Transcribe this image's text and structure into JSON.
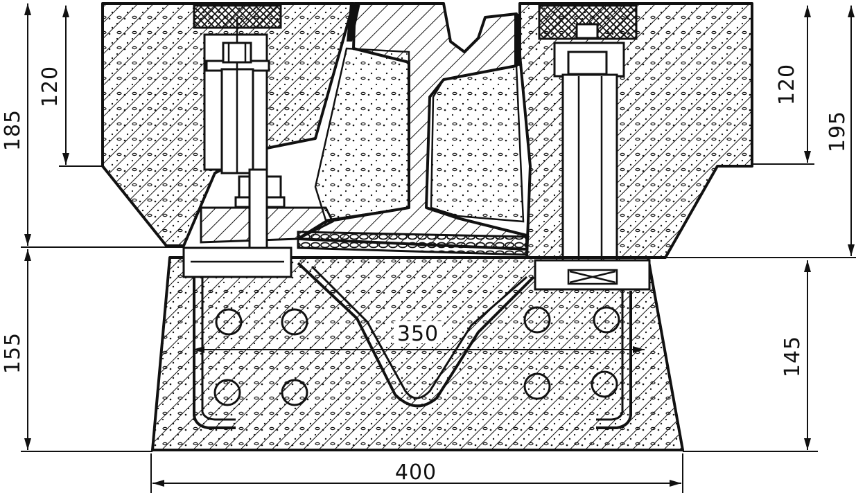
{
  "dimensions": {
    "left_top_overall": "185",
    "left_top_depth": "120",
    "right_top_depth": "120",
    "right_top_overall": "195",
    "left_bottom": "155",
    "right_bottom": "145",
    "inner_width": "350",
    "base_width": "400"
  },
  "colors": {
    "ink": "#111111",
    "paper": "#ffffff",
    "concrete_fill": "#ffffff"
  }
}
